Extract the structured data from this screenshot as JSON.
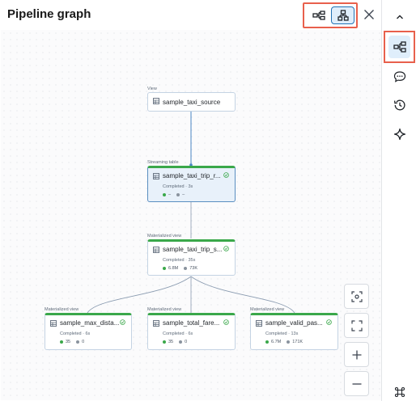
{
  "header": {
    "title": "Pipeline graph"
  },
  "nodes": [
    {
      "tag": "View",
      "name": "sample_taxi_source",
      "status": "",
      "metrics": []
    },
    {
      "tag": "Streaming table",
      "name": "sample_taxi_trip_r...",
      "status": "Completed · 3s",
      "metrics": [
        {
          "color": "green",
          "value": "–"
        },
        {
          "color": "gray",
          "value": "–"
        }
      ]
    },
    {
      "tag": "Materialized view",
      "name": "sample_taxi_trip_s...",
      "status": "Completed · 35s",
      "metrics": [
        {
          "color": "green",
          "value": "6.8M"
        },
        {
          "color": "gray",
          "value": "73K"
        }
      ]
    },
    {
      "tag": "Materialized view",
      "name": "sample_max_dista...",
      "status": "Completed · 6s",
      "metrics": [
        {
          "color": "green",
          "value": "35"
        },
        {
          "color": "gray",
          "value": "0"
        }
      ]
    },
    {
      "tag": "Materialized view",
      "name": "sample_total_fare...",
      "status": "Completed · 6s",
      "metrics": [
        {
          "color": "green",
          "value": "35"
        },
        {
          "color": "gray",
          "value": "0"
        }
      ]
    },
    {
      "tag": "Materialized view",
      "name": "sample_valid_pas...",
      "status": "Completed · 13s",
      "metrics": [
        {
          "color": "green",
          "value": "6.7M"
        },
        {
          "color": "gray",
          "value": "171K"
        }
      ]
    }
  ],
  "colors": {
    "accent": "#2272b4",
    "highlight": "#e8604c",
    "success": "#3aa84a",
    "edge": "#8a9bb0"
  },
  "icons": {
    "toolbar": [
      "horizontal-layout-icon",
      "vertical-layout-icon",
      "close-icon"
    ],
    "zoom": [
      "focus-icon",
      "fit-screen-icon",
      "zoom-in-icon",
      "zoom-out-icon"
    ],
    "rail": [
      "chevron-up-icon",
      "pipeline-graph-icon",
      "comment-icon",
      "history-icon",
      "sparkle-icon",
      "command-icon"
    ]
  }
}
